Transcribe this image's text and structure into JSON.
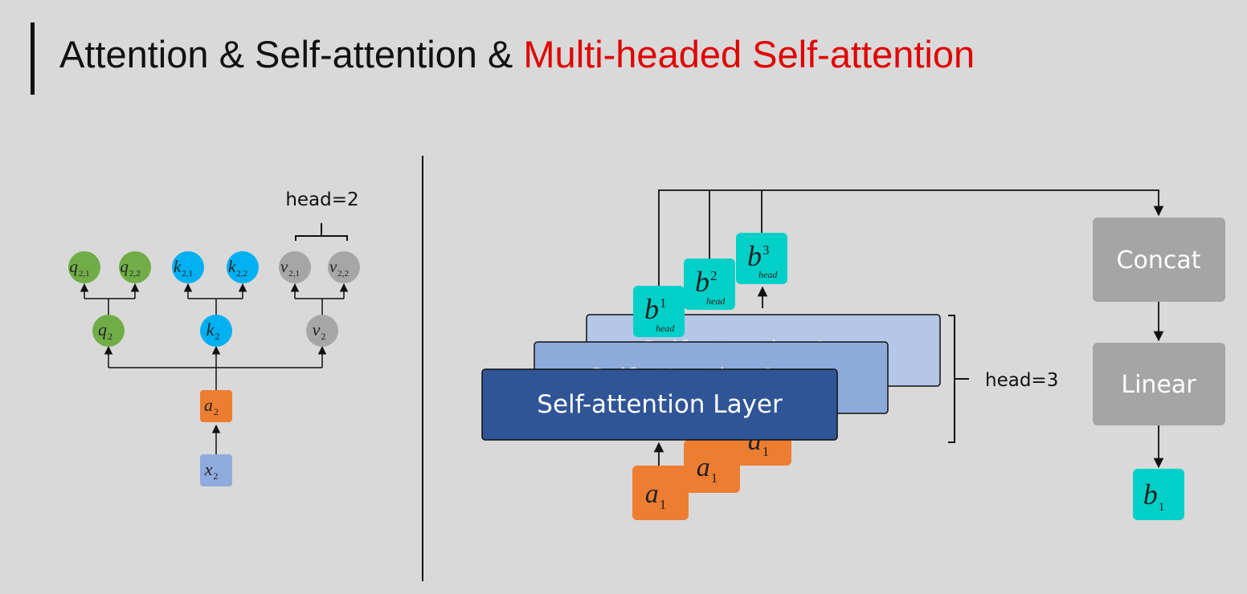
{
  "title": {
    "part1": "Attention & Self-attention & ",
    "part2": "Multi-headed Self-attention"
  },
  "left": {
    "head_label": "head=2",
    "x": {
      "base": "x",
      "sub": "2"
    },
    "a": {
      "base": "a",
      "sub": "2"
    },
    "q": {
      "base": "q",
      "sub": "2"
    },
    "k": {
      "base": "k",
      "sub": "2"
    },
    "v": {
      "base": "v",
      "sub": "2"
    },
    "q1": {
      "base": "q",
      "sub": "2,1"
    },
    "q2": {
      "base": "q",
      "sub": "2,2"
    },
    "k1": {
      "base": "k",
      "sub": "2,1"
    },
    "k2": {
      "base": "k",
      "sub": "2,2"
    },
    "v1": {
      "base": "v",
      "sub": "2,1"
    },
    "v2": {
      "base": "v",
      "sub": "2,2"
    }
  },
  "right": {
    "layer_label": "Self-attention Layer",
    "layer_back_label": "Self-attention Layer",
    "head_label": "head=3",
    "concat_label": "Concat",
    "linear_label": "Linear",
    "a_front": {
      "base": "a",
      "sub": "1"
    },
    "a_mid": {
      "base": "a",
      "sub": "1"
    },
    "a_back": {
      "base": "a",
      "sub": "1"
    },
    "b1": {
      "base": "b",
      "sup": "1",
      "sub": "head"
    },
    "b2": {
      "base": "b",
      "sup": "2",
      "sub": "head"
    },
    "b3": {
      "base": "b",
      "sup": "3",
      "sub": "head"
    },
    "out": {
      "base": "b",
      "sub": "1"
    }
  },
  "colors": {
    "green": "#70ad47",
    "blue": "#00b0f0",
    "gray_node": "#a6a6a6",
    "orange": "#ed7d31",
    "light_blue": "#8faadc",
    "teal": "#00d0c8",
    "layer_dark": "#2f5597",
    "layer_mid": "#8eaadb",
    "layer_light": "#b4c7e7",
    "box_gray": "#a5a5a5",
    "title_red": "#e00000"
  }
}
